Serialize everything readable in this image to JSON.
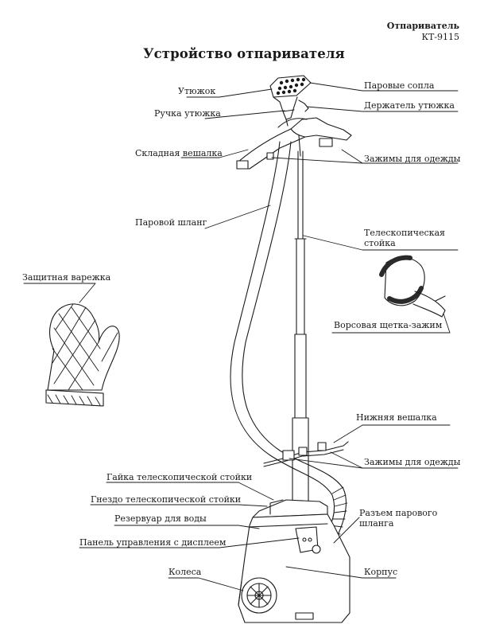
{
  "header": {
    "product": "Отпариватель",
    "model": "КТ-9115"
  },
  "title": "Устройство отпаривателя",
  "labels": {
    "iron": "Утюжок",
    "steam_nozzles": "Паровые сопла",
    "iron_handle": "Ручка утюжка",
    "iron_holder": "Держатель утюжка",
    "folding_hanger": "Складная вешалка",
    "clothes_clips_top": "Зажимы для одежды",
    "steam_hose": "Паровой шланг",
    "telescopic_pole": "Телескопическая стойка",
    "protective_mitten": "Защитная варежка",
    "bristle_brush": "Ворсовая щетка-зажим",
    "lower_hanger": "Нижняя вешалка",
    "clothes_clips_bottom": "Зажимы для одежды",
    "pole_nut": "Гайка телескопической стойки",
    "pole_socket": "Гнездо телескопической стойки",
    "hose_connector": "Разъем парового шланга",
    "water_tank": "Резервуар для воды",
    "control_panel": "Панель управления с дисплеем",
    "wheels": "Колеса",
    "body": "Корпус"
  }
}
